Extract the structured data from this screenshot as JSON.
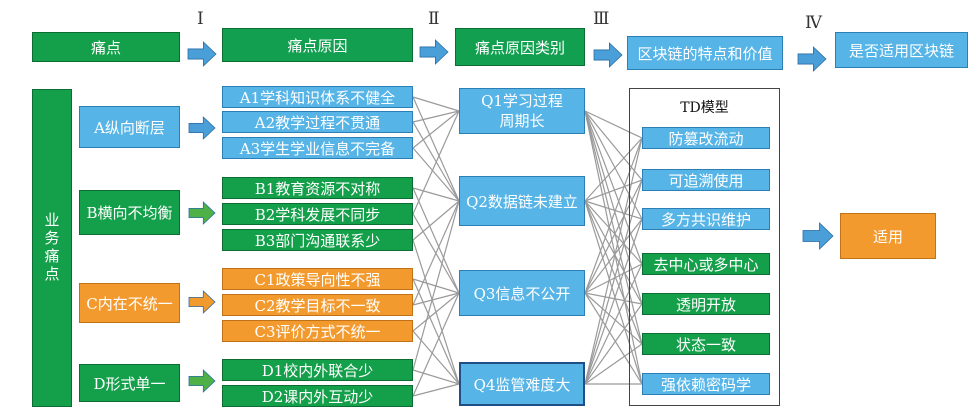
{
  "stages": [
    "Ⅰ",
    "Ⅱ",
    "Ⅲ",
    "Ⅳ"
  ],
  "header": {
    "pain": "痛点",
    "cause": "痛点原因",
    "cause_type": "痛点原因类别",
    "bc_value": "区块链的特点和价值",
    "applicable_q": "是否适用区块链"
  },
  "business_pain": "业务痛点",
  "groups": [
    {
      "label": "A纵向断层",
      "color": "blue",
      "causes": [
        "A1学科知识体系不健全",
        "A2教学过程不贯通",
        "A3学生学业信息不完备"
      ]
    },
    {
      "label": "B横向不均衡",
      "color": "green",
      "causes": [
        "B1教育资源不对称",
        "B2学科发展不同步",
        "B3部门沟通联系少"
      ]
    },
    {
      "label": "C内在不统一",
      "color": "orange",
      "causes": [
        "C1政策导向性不强",
        "C2教学目标不一致",
        "C3评价方式不统一"
      ]
    },
    {
      "label": "D形式单一",
      "color": "green",
      "causes": [
        "D1校内外联合少",
        "D2课内外互动少"
      ]
    }
  ],
  "categories": [
    "Q1学习过程周期长",
    "Q2数据链未建立",
    "Q3信息不公开",
    "Q4监管难度大"
  ],
  "td_title": "TD模型",
  "td_items": [
    "防篡改流动",
    "可追溯使用",
    "多方共识维护",
    "去中心或多中心",
    "透明开放",
    "状态一致",
    "强依赖密码学"
  ],
  "result": "适用",
  "colors": {
    "green": "#14a04a",
    "blue": "#56b4e6",
    "orange": "#f39a2e",
    "arrow": "#4a9fd8",
    "line": "#9a9a9a"
  }
}
